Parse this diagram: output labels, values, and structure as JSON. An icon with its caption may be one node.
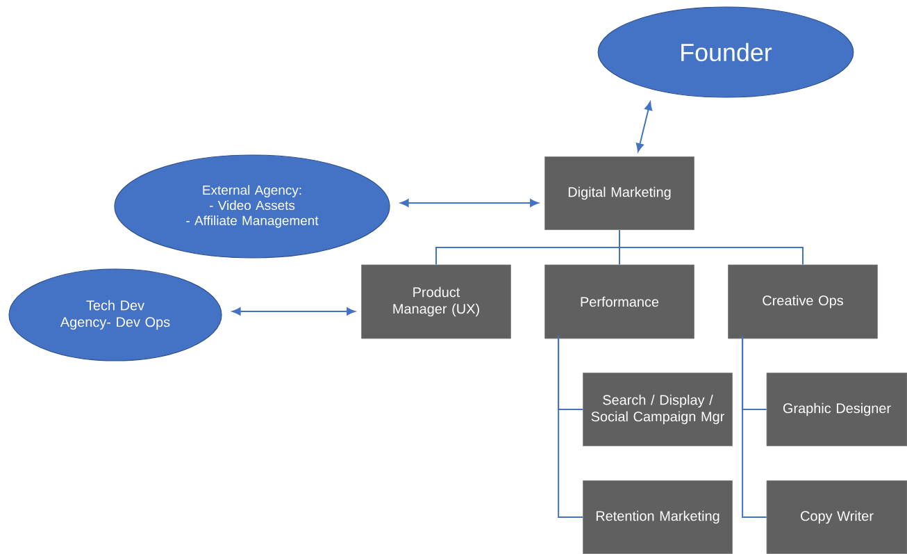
{
  "diagram": {
    "nodes": [
      {
        "text": [
          "Founder"
        ]
      },
      {
        "text": [
          "External Agency:",
          "- Video Assets",
          "- Affiliate Management"
        ]
      },
      {
        "text": [
          "Digital Marketing"
        ]
      },
      {
        "text": [
          "Tech Dev Agency- Dev Ops"
        ]
      },
      {
        "text": [
          "Product Manager (UX)"
        ]
      },
      {
        "text": [
          "Performance"
        ]
      },
      {
        "text": [
          "Creative Ops"
        ]
      },
      {
        "text": [
          "Search / Display / Social Campaign Mgr"
        ]
      },
      {
        "text": [
          "Retention Marketing"
        ]
      },
      {
        "text": [
          "Graphic Designer"
        ]
      },
      {
        "text": [
          "Copy Writer"
        ]
      }
    ],
    "edges": [
      {
        "from": 0,
        "to": 2,
        "arrow": "both"
      },
      {
        "from": 1,
        "to": 2,
        "arrow": "both"
      },
      {
        "from": 3,
        "to": 4,
        "arrow": "both"
      },
      {
        "from": 2,
        "to": 4,
        "arrow": "none"
      },
      {
        "from": 2,
        "to": 5,
        "arrow": "none"
      },
      {
        "from": 2,
        "to": 6,
        "arrow": "none"
      },
      {
        "from": 5,
        "to": 7,
        "arrow": "none"
      },
      {
        "from": 5,
        "to": 8,
        "arrow": "none"
      },
      {
        "from": 6,
        "to": 9,
        "arrow": "none"
      },
      {
        "from": 6,
        "to": 10,
        "arrow": "none"
      }
    ]
  }
}
